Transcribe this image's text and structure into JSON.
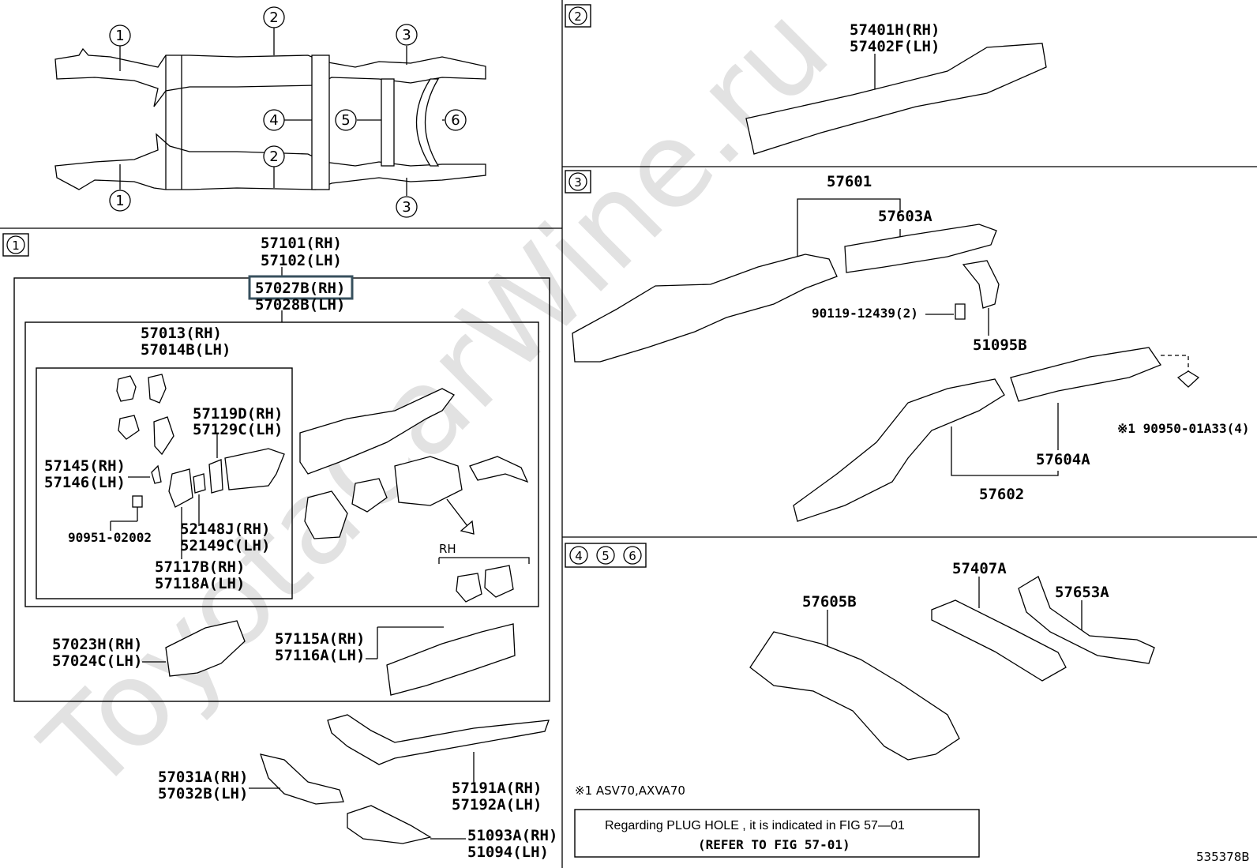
{
  "watermark": "ToyotaCarWine.ru",
  "figure_code": "535378B",
  "overview": {
    "callouts": [
      "1",
      "2",
      "3",
      "4",
      "5",
      "6"
    ]
  },
  "sections": {
    "s1": {
      "markers": [
        "1"
      ],
      "labels": {
        "p57101": "57101(RH)",
        "p57102": "57102(LH)",
        "p57027B": "57027B(RH)",
        "p57028B": "57028B(LH)",
        "p57013": "57013(RH)",
        "p57014B": "57014B(LH)",
        "p57119D": "57119D(RH)",
        "p57129C": "57129C(LH)",
        "p57145": "57145(RH)",
        "p57146": "57146(LH)",
        "p90951": "90951-02002",
        "p52148J": "52148J(RH)",
        "p52149C": "52149C(LH)",
        "p57117B": "57117B(RH)",
        "p57118A": "57118A(LH)",
        "rh": "RH",
        "p57023H": "57023H(RH)",
        "p57024C": "57024C(LH)",
        "p57115A": "57115A(RH)",
        "p57116A": "57116A(LH)",
        "p57031A": "57031A(RH)",
        "p57032B": "57032B(LH)",
        "p57191A": "57191A(RH)",
        "p57192A": "57192A(LH)",
        "p51093A": "51093A(RH)",
        "p51094": "51094(LH)"
      }
    },
    "s2": {
      "markers": [
        "2"
      ],
      "labels": {
        "p57401H": "57401H(RH)",
        "p57402F": "57402F(LH)"
      }
    },
    "s3": {
      "markers": [
        "3"
      ],
      "labels": {
        "p57601": "57601",
        "p57603A": "57603A",
        "p90119": "90119-12439(2)",
        "p51095B": "51095B",
        "p90950": "※1 90950-01A33(4)",
        "p57604A": "57604A",
        "p57602": "57602"
      }
    },
    "s456": {
      "markers": [
        "4",
        "5",
        "6"
      ],
      "labels": {
        "p57407A": "57407A",
        "p57653A": "57653A",
        "p57605B": "57605B"
      },
      "footnote": "※1 ASV70,AXVA70",
      "note_line1": "Regarding  PLUG  HOLE , it is indicated in FIG  57—01",
      "note_line2": "(REFER TO FIG 57-01)"
    }
  }
}
